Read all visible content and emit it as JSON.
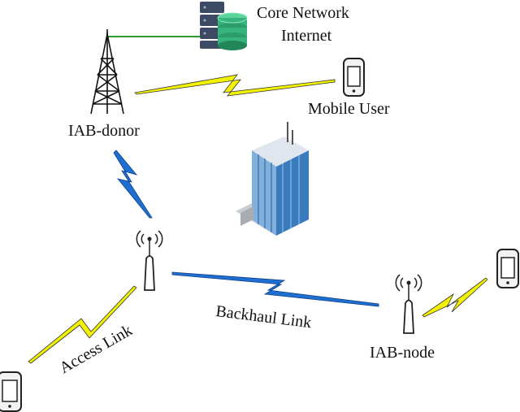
{
  "labels": {
    "core_network": "Core Network",
    "internet": "Internet",
    "mobile_user": "Mobile User",
    "iab_donor": "IAB-donor",
    "backhaul_link": "Backhaul Link",
    "access_link": "Access Link",
    "iab_node": "IAB-node"
  },
  "icons": {
    "server": "server-database-icon",
    "tower": "cell-tower-icon",
    "building": "office-building-icon",
    "antenna": "radio-antenna-icon",
    "phone": "mobile-phone-icon"
  },
  "colors": {
    "blue_link": "#1f6fd1",
    "yellow_link": "#f2f200",
    "green_wire": "#2e9b2e",
    "building_glass": "#3a7bbd",
    "db_green": "#36b37e"
  }
}
